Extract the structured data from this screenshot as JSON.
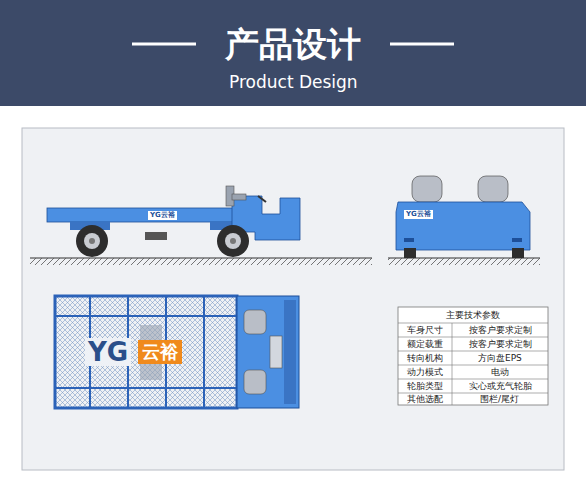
{
  "diagram": {
    "title": "产品设计",
    "labels": [
      "Product Design",
      "YG云裕",
      "YG云裕",
      "YG",
      "云裕",
      "主要技术参数",
      "车身尺寸",
      "按客户要求定制",
      "额定载重",
      "按客户要求定制",
      "转向机构",
      "方向盘EPS",
      "动力模式",
      "电动",
      "轮胎类型",
      "实心或充气轮胎",
      "其他选配",
      "围栏/尾灯"
    ]
  }
}
